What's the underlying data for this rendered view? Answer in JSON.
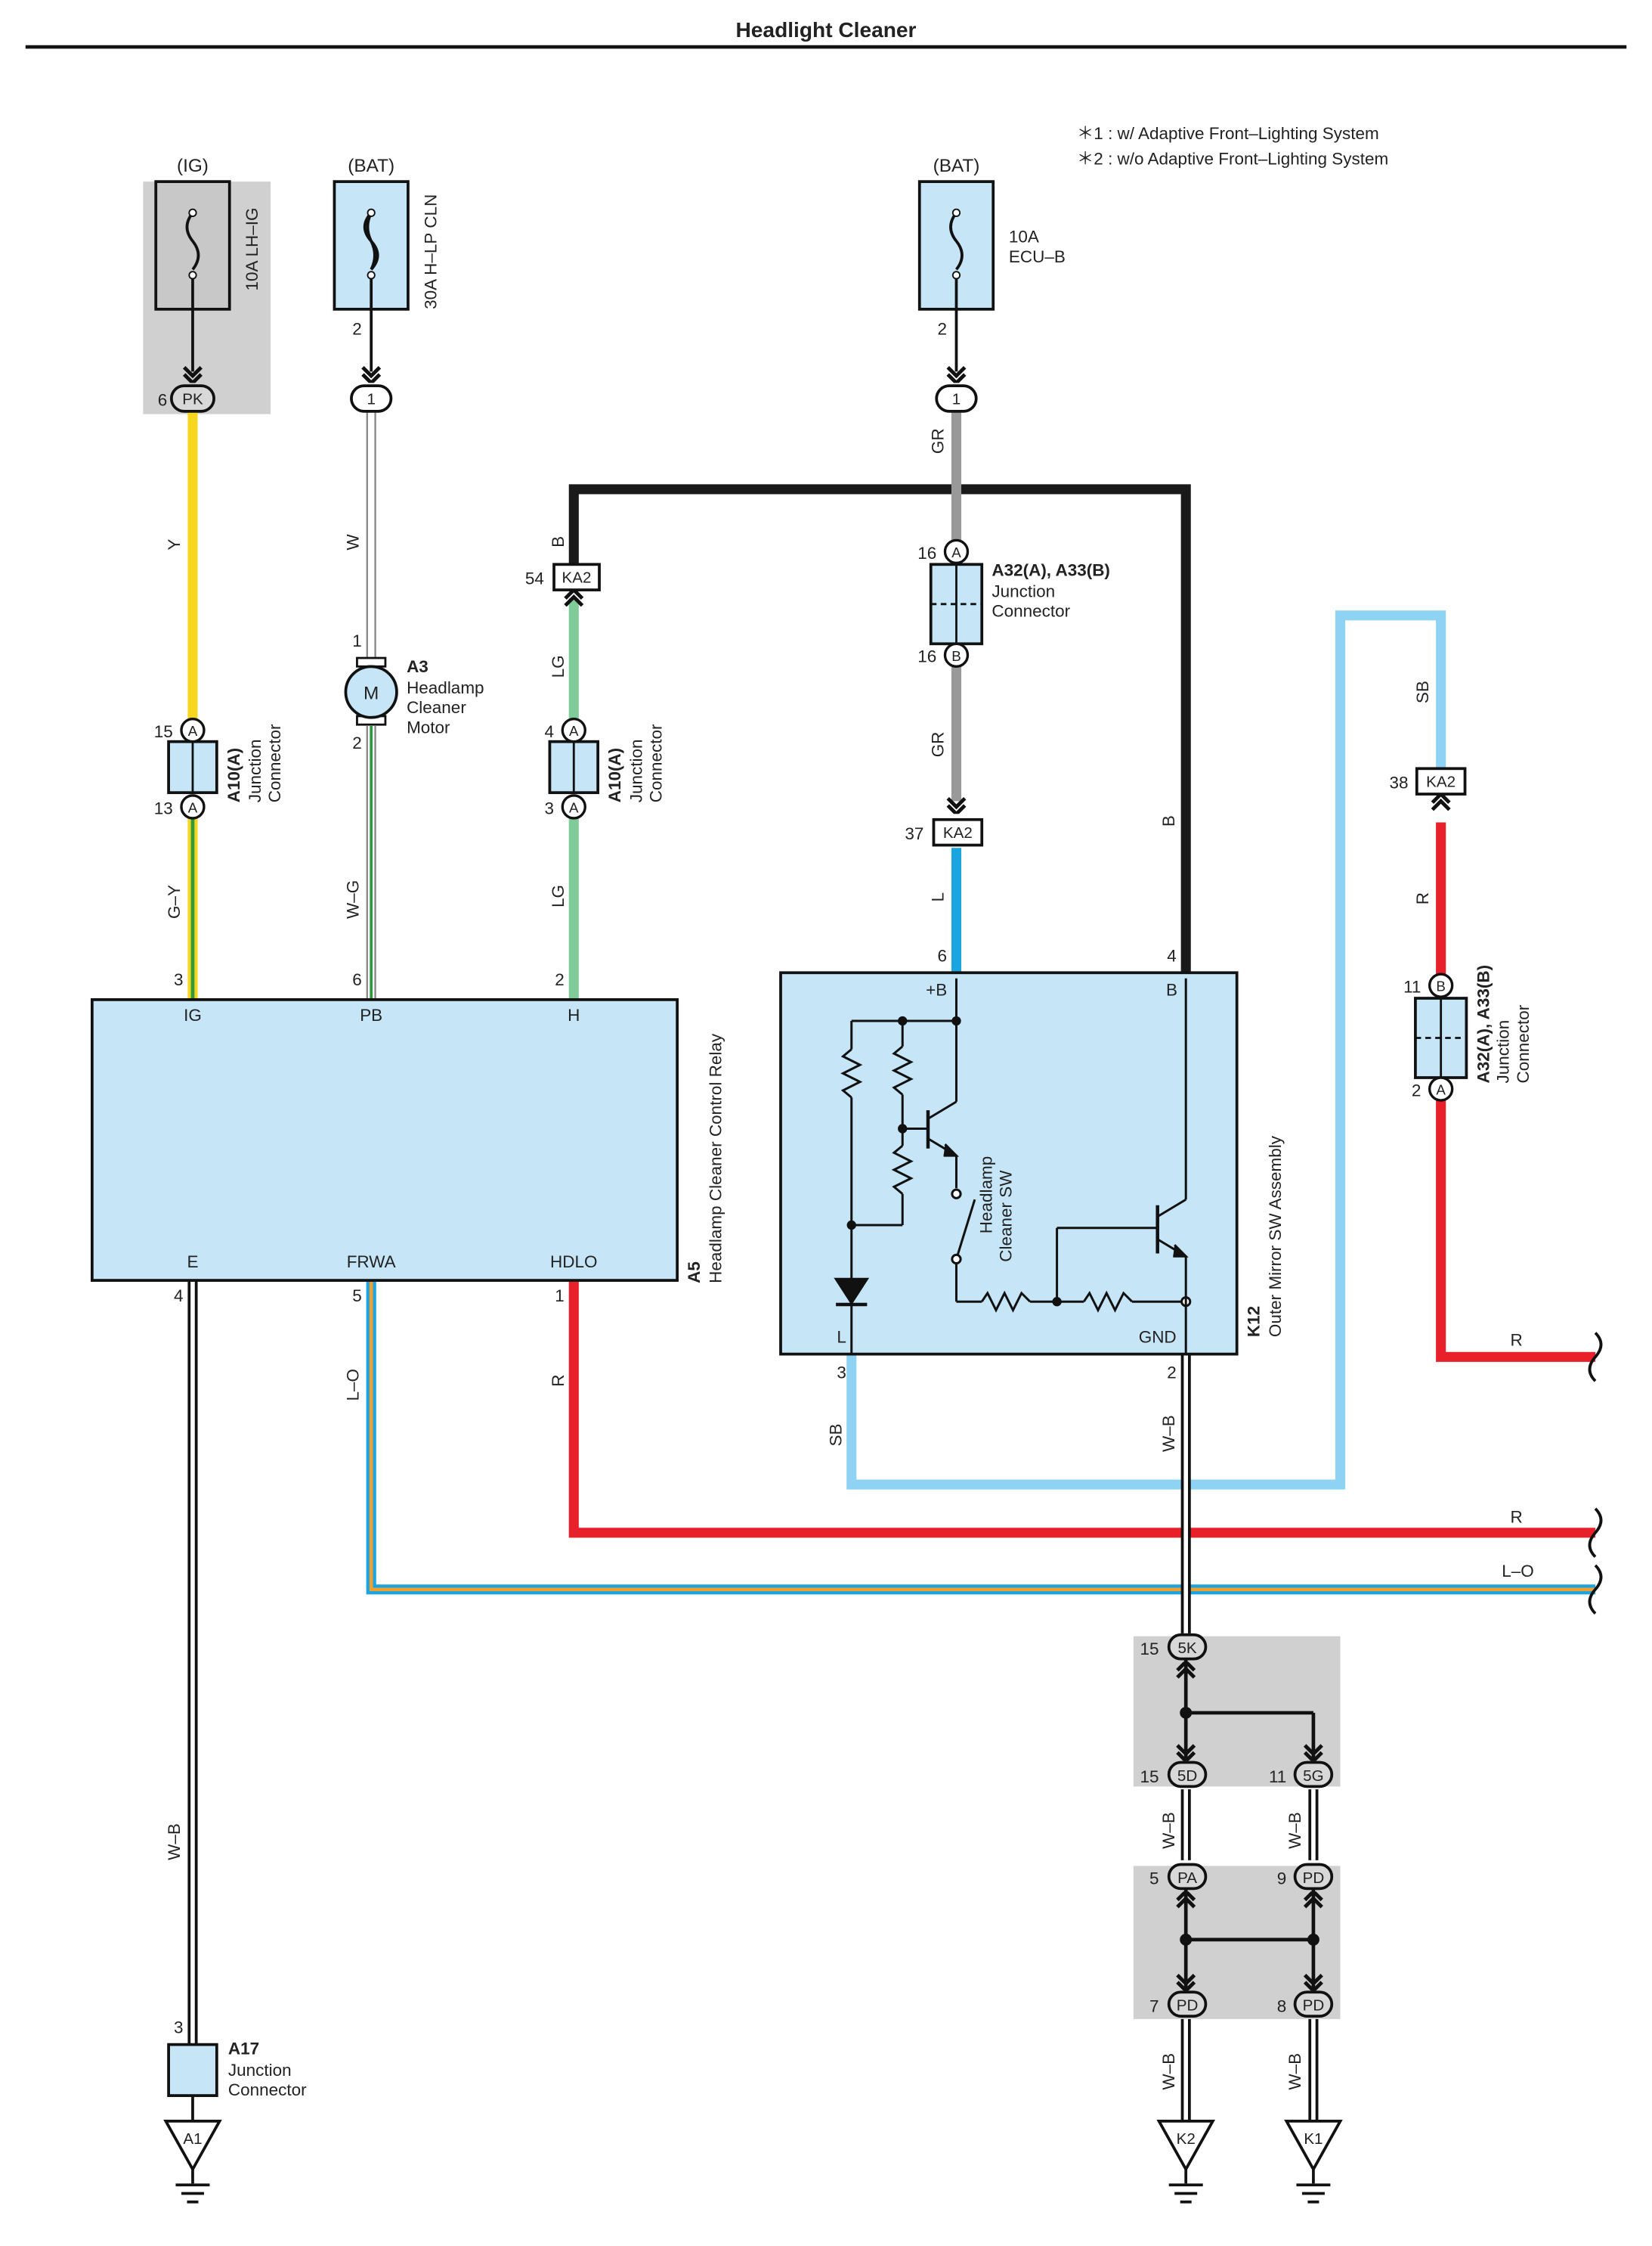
{
  "title": "Headlight Cleaner",
  "notes": [
    "＊1 : w/ Adaptive Front–Lighting System",
    "＊2 : w/o Adaptive Front–Lighting System"
  ],
  "power": {
    "ig": "(IG)",
    "bat1": "(BAT)",
    "bat2": "(BAT)"
  },
  "fuses": {
    "f1": "10A LH–IG",
    "f2": "30A H–LP CLN",
    "f3a": "10A",
    "f3b": "ECU–B"
  },
  "pins": {
    "p_pk": "6",
    "p_f2": "2",
    "p_f3": "2",
    "p_a10a15": "15",
    "p_a10a13": "13",
    "p_motor1": "1",
    "p_motor2": "2",
    "p_a10b4": "4",
    "p_a10b3": "3",
    "p_ka54": "54",
    "p_a32_16t": "16",
    "p_a32_16b": "16",
    "p_ka37": "37",
    "p_ka38": "38",
    "p_a32r11": "11",
    "p_a32r2": "2",
    "p_a5_3": "3",
    "p_a5_6": "6",
    "p_a5_2": "2",
    "p_a5_4": "4",
    "p_a5_5": "5",
    "p_a5_1": "1",
    "p_k12_6": "6",
    "p_k12_4": "4",
    "p_k12_3": "3",
    "p_k12_2": "2",
    "p_5k": "15",
    "p_5d": "15",
    "p_5g": "11",
    "p_pa": "5",
    "p_pd9": "9",
    "p_pd7": "7",
    "p_pd8": "8",
    "p_a17": "3"
  },
  "connectors": {
    "pk": "PK",
    "one_a": "1",
    "one_b": "1",
    "ka2_54": "KA2",
    "ka2_37": "KA2",
    "ka2_38": "KA2",
    "a": "A",
    "b": "B",
    "c5k": "5K",
    "c5d": "5D",
    "c5g": "5G",
    "cpa": "PA",
    "cpd9": "PD",
    "cpd7": "PD",
    "cpd8": "PD",
    "g_a1": "A1",
    "g_k2": "K2",
    "g_k1": "K1"
  },
  "wires": {
    "y": "Y",
    "w": "W",
    "b_top": "B",
    "gr1": "GR",
    "lg1": "LG",
    "gr2": "GR",
    "sb1": "SB",
    "gy": "G–Y",
    "wg": "W–G",
    "lg2": "LG",
    "l": "L",
    "b_right": "B",
    "r1": "R",
    "lo": "L–O",
    "r2": "R",
    "sb2": "SB",
    "wb_k12": "W–B",
    "r_right": "R",
    "r_mid": "R",
    "lo_right": "L–O",
    "wb_a17": "W–B",
    "wb_5d": "W–B",
    "wb_5g": "W–B",
    "wb_k2": "W–B",
    "wb_k1": "W–B"
  },
  "components": {
    "a3_id": "A3",
    "a3_l1": "Headlamp",
    "a3_l2": "Cleaner",
    "a3_l3": "Motor",
    "motor_m": "M",
    "a10_1_id": "A10(A)",
    "a10_1_sub": "Junction",
    "a10_1_sub2": "Connector",
    "a10_2_id": "A10(A)",
    "a10_2_sub": "Junction",
    "a10_2_sub2": "Connector",
    "a32_id": "A32(A), A33(B)",
    "a32_l1": "Junction",
    "a32_l2": "Connector",
    "a32r_id": "A32(A), A33(B)",
    "a32r_l1": "Junction",
    "a32r_l2": "Connector",
    "a5_id": "A5",
    "a5_name": "Headlamp Cleaner Control Relay",
    "a5_ig": "IG",
    "a5_pb": "PB",
    "a5_h": "H",
    "a5_e": "E",
    "a5_frwa": "FRWA",
    "a5_hdlo": "HDLO",
    "k12_id": "K12",
    "k12_name": "Outer Mirror SW Assembly",
    "k12_b_plus": "+B",
    "k12_b": "B",
    "k12_l": "L",
    "k12_gnd": "GND",
    "sw_l1": "Headlamp",
    "sw_l2": "Cleaner SW",
    "a17_id": "A17",
    "a17_l1": "Junction",
    "a17_l2": "Connector"
  },
  "colors": {
    "yellow": "#f7d620",
    "black": "#1a1a1a",
    "gray": "#999999",
    "green": "#7fcc99",
    "blue": "#1aa4e0",
    "skyblue": "#8fd3f4",
    "red": "#e8202a",
    "orange": "#f0a030",
    "box": "#c6e6f7",
    "shade": "#d0d0d0"
  }
}
